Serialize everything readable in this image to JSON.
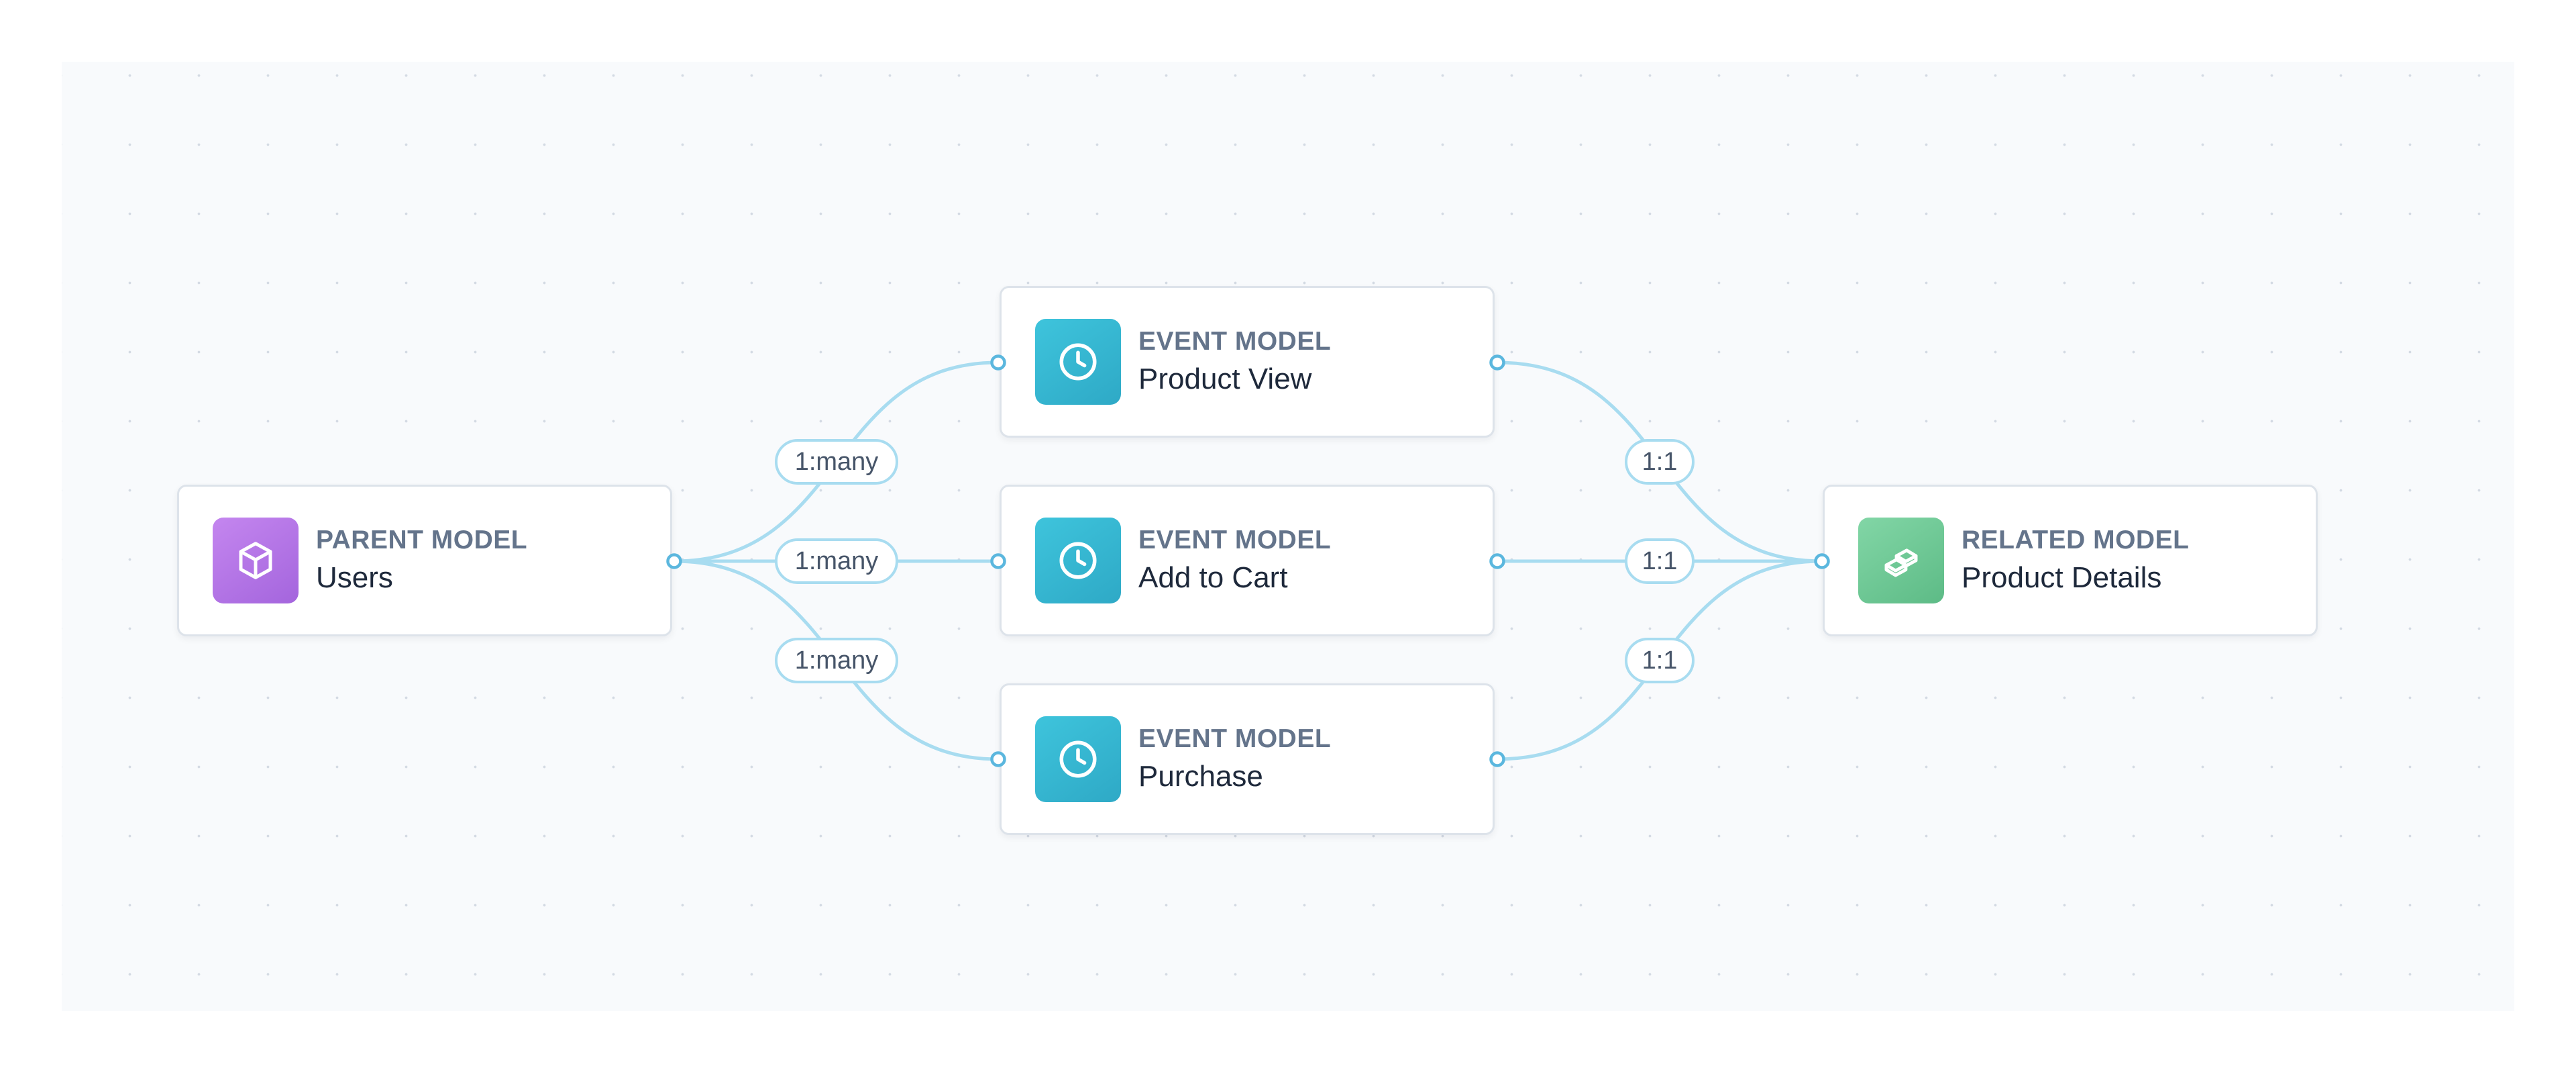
{
  "nodes": {
    "parent": {
      "kind": "PARENT MODEL",
      "title": "Users",
      "icon": "cube-icon",
      "color": "#b074e6"
    },
    "event_view": {
      "kind": "EVENT MODEL",
      "title": "Product View",
      "icon": "clock-icon",
      "color": "#35b8d3"
    },
    "event_cart": {
      "kind": "EVENT MODEL",
      "title": "Add to Cart",
      "icon": "clock-icon",
      "color": "#35b8d3"
    },
    "event_purchase": {
      "kind": "EVENT MODEL",
      "title": "Purchase",
      "icon": "clock-icon",
      "color": "#35b8d3"
    },
    "related": {
      "kind": "RELATED MODEL",
      "title": "Product Details",
      "icon": "stacked-cards-icon",
      "color": "#6cc795"
    }
  },
  "edges": {
    "parent_to_view": "1:many",
    "parent_to_cart": "1:many",
    "parent_to_purchase": "1:many",
    "view_to_related": "1:1",
    "cart_to_related": "1:1",
    "purchase_to_related": "1:1"
  },
  "colors": {
    "edge": "#a8dcf0",
    "handle": "#5bb7de",
    "canvas": "#f8fafc"
  }
}
